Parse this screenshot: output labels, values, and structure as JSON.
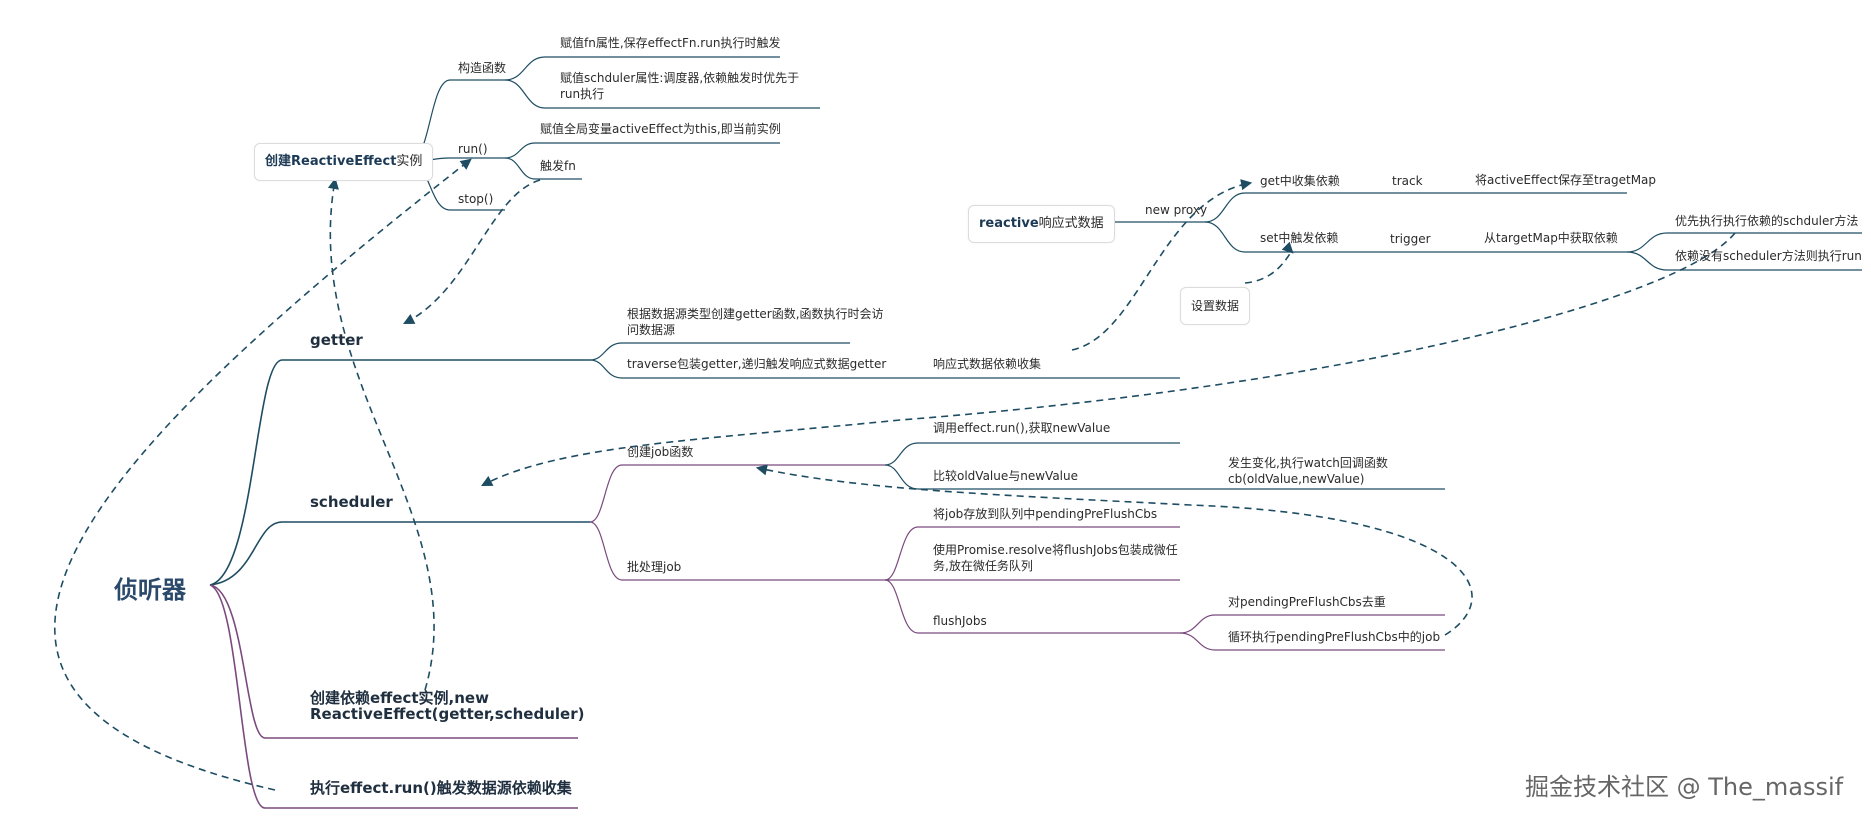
{
  "root": "侦听器",
  "branches": {
    "getter": "getter",
    "scheduler": "scheduler",
    "create_effect": "创建依赖effect实例,new ReactiveEffect(getter,scheduler)",
    "run_effect": "执行effect.run()触发数据源依赖收集"
  },
  "getter_nodes": {
    "create_getter": "根据数据源类型创建getter函数,函数执行时会访问数据源",
    "traverse": "traverse包装getter,递归触发响应式数据getter",
    "reactive_collect": "响应式数据依赖收集"
  },
  "scheduler_nodes": {
    "create_job": "创建job函数",
    "call_run": "调用effect.run(),获取newValue",
    "compare": "比较oldValue与newValue",
    "on_change": "发生变化,执行watch回调函数cb(oldValue,newValue)",
    "batch_job": "批处理job",
    "push_queue": "将job存放到队列中pendingPreFlushCbs",
    "promise": "使用Promise.resolve将flushJobs包装成微任务,放在微任务队列",
    "flush_jobs": "flushJobs",
    "dedupe": "对pendingPreFlushCbs去重",
    "loop": "循环执行pendingPreFlushCbs中的job"
  },
  "reactive_effect": {
    "box_bold": "创建ReactiveEffect",
    "box_rest": "实例",
    "constructor": "构造函数",
    "fn_prop": "赋值fn属性,保存effectFn.run执行时触发",
    "scheduler_prop": "赋值schduler属性:调度器,依赖触发时优先于run执行",
    "run": "run()",
    "assign_active": "赋值全局变量activeEffect为this,即当前实例",
    "trigger_fn": "触发fn",
    "stop": "stop()"
  },
  "reactive_data": {
    "box_bold": "reactive",
    "box_rest": "响应式数据",
    "new_proxy": "new proxy",
    "get_collect": "get中收集依赖",
    "track": "track",
    "save_active": "将activeEffect保存至tragetMap",
    "set_trigger": "set中触发依赖",
    "trigger": "trigger",
    "get_deps": "从targetMap中获取依赖",
    "prefer_scheduler": "优先执行执行依赖的schduler方法",
    "run_fallback": "依赖没有scheduler方法则执行run",
    "set_data": "设置数据"
  },
  "watermark": "掘金技术社区 @ The_massif",
  "colors": {
    "teal": "#1e4d63",
    "purple": "#7a4a7e"
  }
}
